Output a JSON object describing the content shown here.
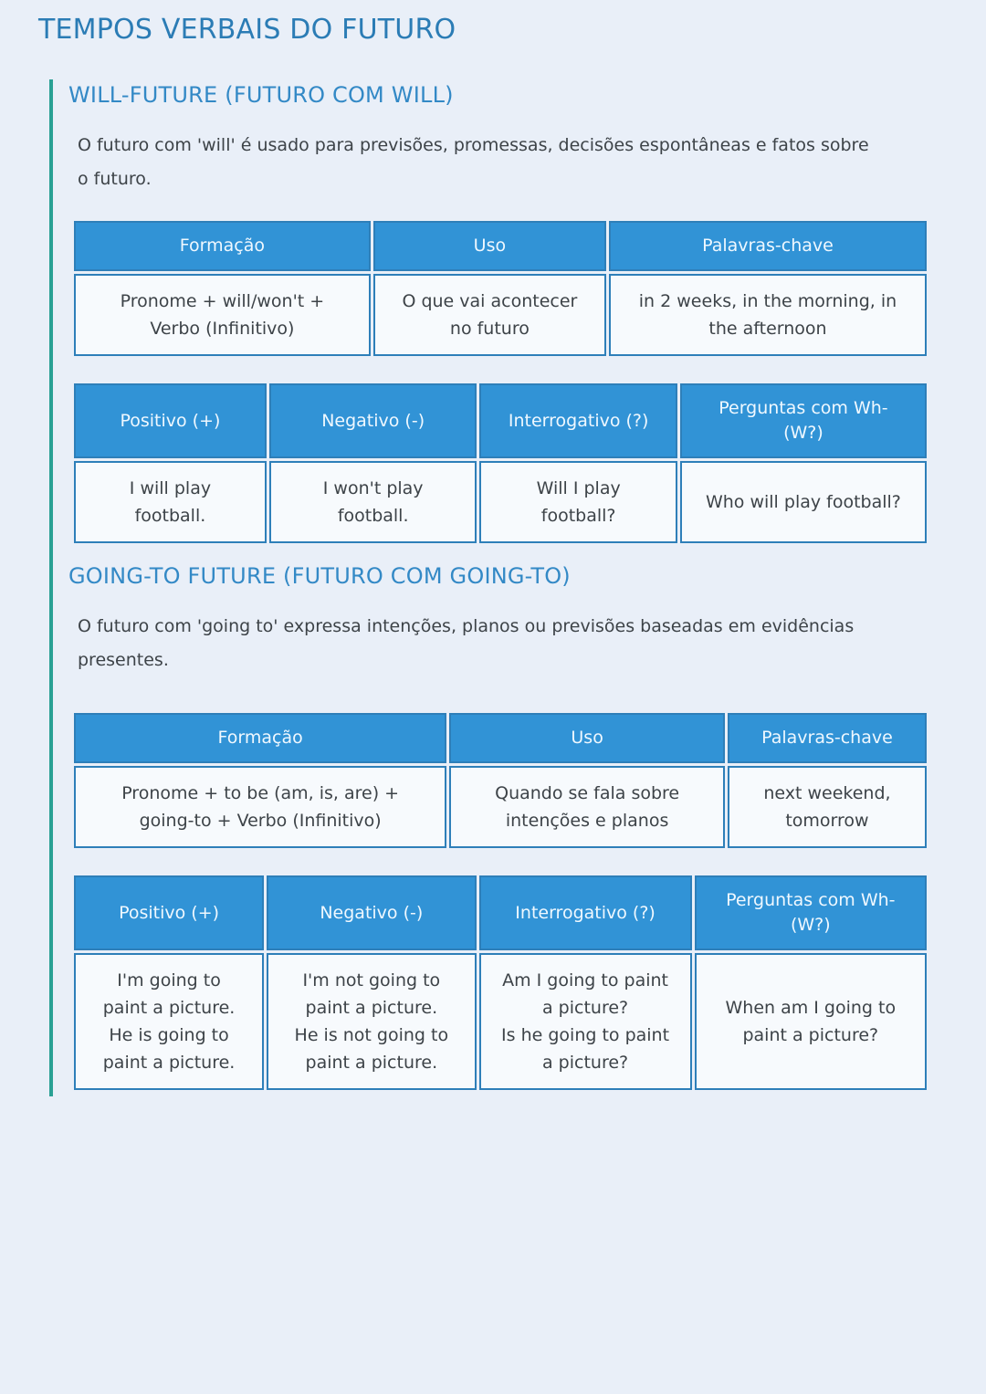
{
  "page": {
    "title": "TEMPOS VERBAIS DO FUTURO",
    "colors": {
      "page_background": "#e9eff8",
      "title_blue": "#2b7cb5",
      "heading_blue": "#3389c6",
      "table_header_blue": "#3193d6",
      "table_border_blue": "#2e7fb9",
      "accent_teal_rule": "#2aa094",
      "cell_background": "#f7fafd",
      "body_text": "#3d4348"
    }
  },
  "sections": [
    {
      "heading": "WILL-FUTURE (FUTURO COM WILL)",
      "description": "O futuro com 'will' é usado para previsões, promessas, decisões espontâneas e fatos sobre\no futuro.",
      "formation_table": {
        "headers": [
          "Formação",
          "Uso",
          "Palavras-chave"
        ],
        "row": [
          "Pronome + will/won't +\nVerbo (Infinitivo)",
          "O que vai acontecer\nno futuro",
          "in 2 weeks, in the morning, in\nthe afternoon"
        ]
      },
      "forms_table": {
        "headers": [
          "Positivo (+)",
          "Negativo (-)",
          "Interrogativo (?)",
          "Perguntas com Wh-\n(W?)"
        ],
        "row": [
          "I will play\nfootball.",
          "I won't play\nfootball.",
          "Will I play\nfootball?",
          "Who will play football?"
        ]
      }
    },
    {
      "heading": "GOING-TO FUTURE (FUTURO COM GOING-TO)",
      "description": "O futuro com 'going to' expressa intenções, planos ou previsões baseadas em evidências\npresentes.",
      "formation_table": {
        "headers": [
          "Formação",
          "Uso",
          "Palavras-chave"
        ],
        "row": [
          "Pronome + to be (am, is, are) +\ngoing-to + Verbo (Infinitivo)",
          "Quando se fala sobre\nintenções e planos",
          "next weekend,\ntomorrow"
        ]
      },
      "forms_table": {
        "headers": [
          "Positivo (+)",
          "Negativo (-)",
          "Interrogativo (?)",
          "Perguntas com Wh-\n(W?)"
        ],
        "row": [
          "I'm going to\npaint a picture.\nHe is going to\npaint a picture.",
          "I'm not going to\npaint a picture.\nHe is not going to\npaint a picture.",
          "Am I going to paint\na picture?\nIs he going to paint\na picture?",
          "When am I going to\npaint a picture?"
        ]
      }
    }
  ]
}
